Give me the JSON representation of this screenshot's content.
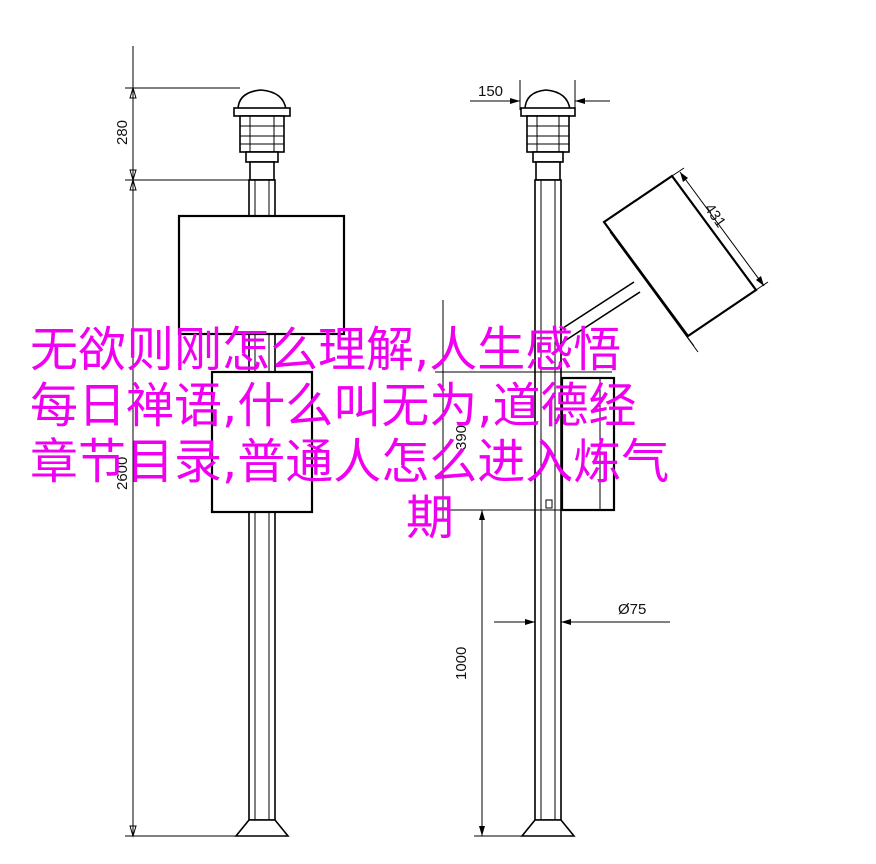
{
  "dimensions": {
    "height_280": "280",
    "width_150": "150",
    "panel_431": "431",
    "height_390": "390",
    "height_2600": "2600",
    "diameter_75": "Ø75",
    "height_1000": "1000"
  },
  "overlay": {
    "line1": "无欲则刚怎么理解,人生感悟",
    "line2": "每日禅语,什么叫无为,道德经",
    "line3": "章节目录,普通人怎么进入炼气",
    "line4": "期"
  },
  "colors": {
    "overlay_text": "#f000f0",
    "line": "#000000",
    "background": "#ffffff"
  }
}
